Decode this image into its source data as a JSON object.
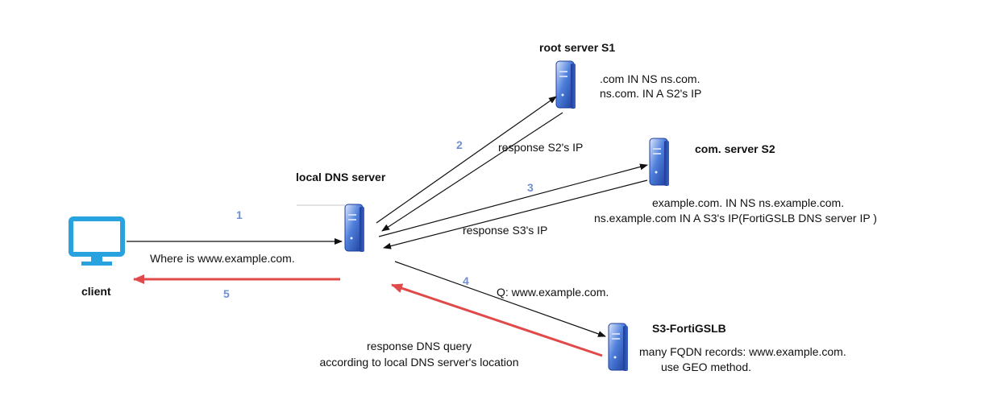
{
  "nodes": {
    "client": {
      "label": "client"
    },
    "local_dns": {
      "label": "local DNS server"
    },
    "root": {
      "label": "root server S1",
      "note1": ".com IN NS ns.com.",
      "note2": "ns.com. IN A S2's IP"
    },
    "com": {
      "label": "com. server S2",
      "note1": "example.com. IN NS ns.example.com.",
      "note2": "ns.example.com IN A S3's IP(FortiGSLB DNS server IP )"
    },
    "gslb": {
      "label": "S3-FortiGSLB",
      "note1": "many FQDN records:  www.example.com.",
      "note2": "use GEO method."
    }
  },
  "steps": {
    "s1": "1",
    "s2": "2",
    "s3": "3",
    "s4": "4",
    "s5": "5"
  },
  "labels": {
    "query": "Where is www.example.com.",
    "resp_s2": "response S2's IP",
    "resp_s3": "response S3's IP",
    "q4": "Q: www.example.com.",
    "resp_dns1": "response DNS query",
    "resp_dns2": "according to local DNS server's location"
  },
  "colors": {
    "black_arrow": "#111111",
    "red_arrow": "#e04a4a",
    "step_number": "#6f8fd1",
    "monitor": "#29a3e0",
    "server_blue": "#2a4fb0"
  }
}
